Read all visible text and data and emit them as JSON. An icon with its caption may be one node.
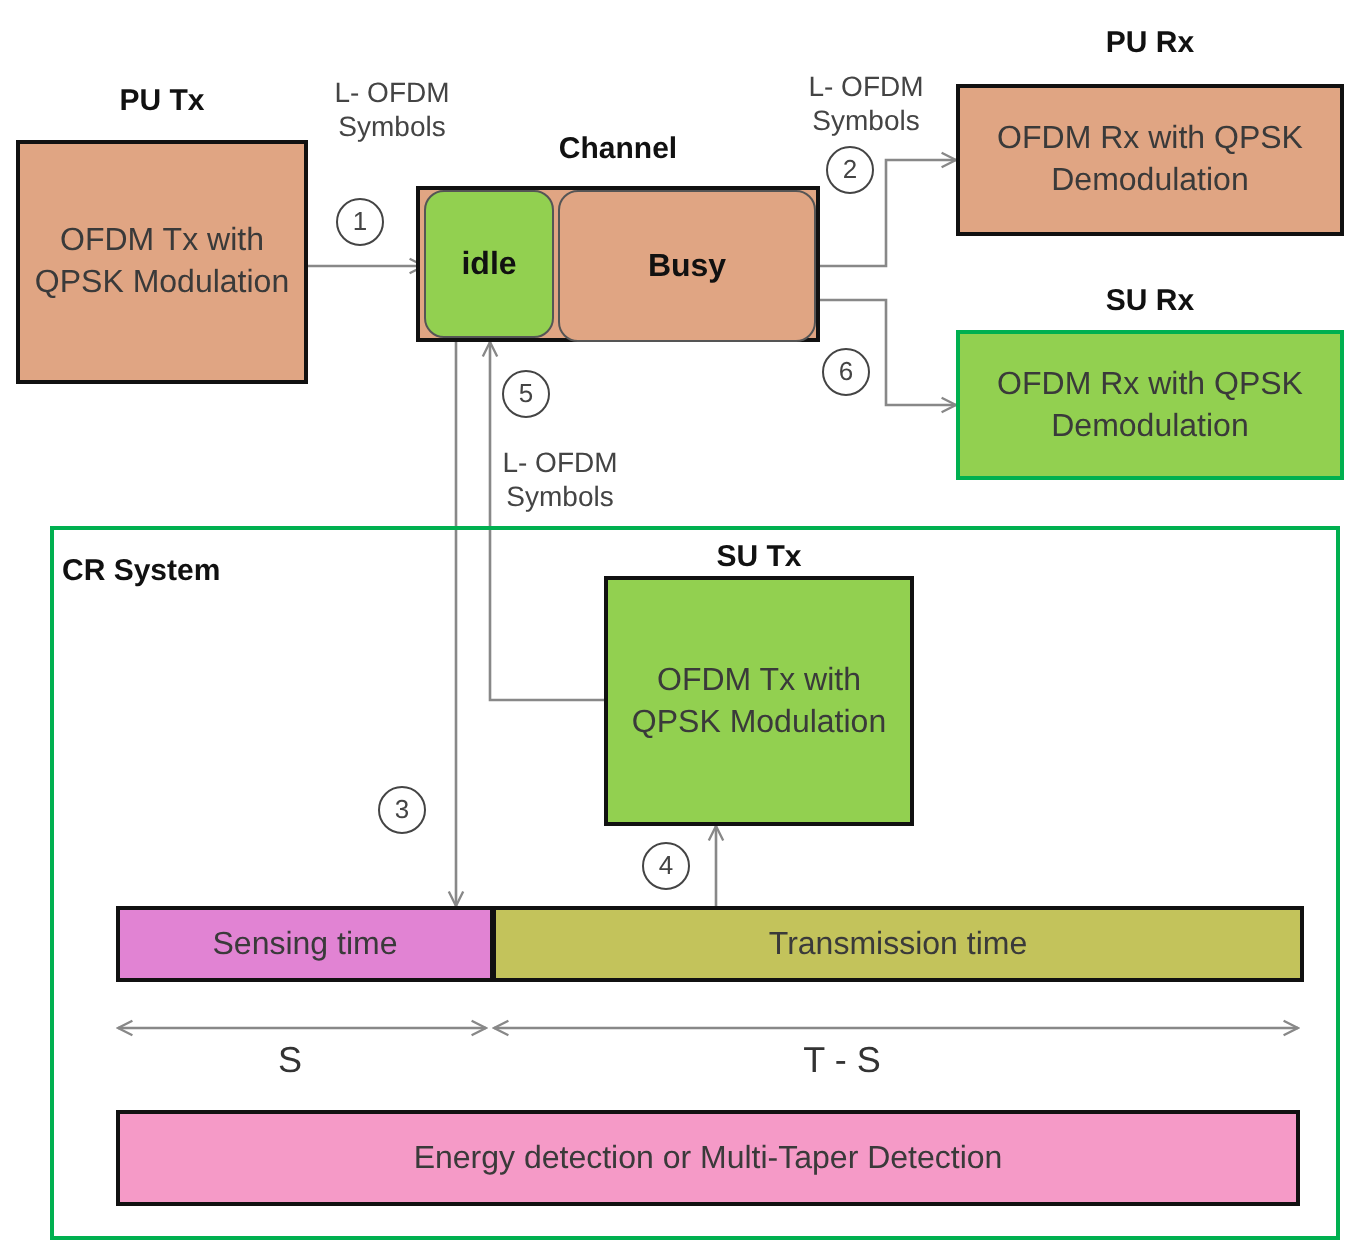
{
  "diagram": {
    "nodes": [
      {
        "text": [
          "PU Tx",
          "OFDM Tx with QPSK Modulation"
        ]
      },
      {
        "text": [
          "Channel"
        ]
      },
      {
        "text": [
          "idle"
        ],
        "in": 1
      },
      {
        "text": [
          "Busy"
        ],
        "in": 1
      },
      {
        "text": [
          "PU Rx",
          "OFDM Rx with QPSK Demodulation"
        ]
      },
      {
        "text": [
          "SU Rx",
          "OFDM Rx with QPSK Demodulation"
        ]
      },
      {
        "text": [
          "CR System"
        ]
      },
      {
        "text": [
          "SU Tx",
          "OFDM Tx with QPSK Modulation"
        ],
        "in": 6
      },
      {
        "text": [
          "Sensing time"
        ],
        "in": 6
      },
      {
        "text": [
          "Transmission time"
        ],
        "in": 6
      },
      {
        "text": [
          "Energy detection or Multi-Taper Detection"
        ],
        "in": 6
      }
    ],
    "edges": [
      {
        "from": 0,
        "to": 2,
        "arrow": "to"
      },
      {
        "from": 3,
        "to": 4,
        "arrow": "to"
      },
      {
        "from": 3,
        "to": 5,
        "arrow": "to"
      },
      {
        "from": 2,
        "to": 8,
        "arrow": "to"
      },
      {
        "from": 7,
        "to": 2,
        "arrow": "to"
      },
      {
        "from": 9,
        "to": 7,
        "arrow": "to"
      }
    ],
    "labels": [
      "L- OFDM Symbols",
      "1",
      "L- OFDM Symbols",
      "2",
      "6",
      "5",
      "L- OFDM Symbols",
      "3",
      "4",
      "S",
      "T - S"
    ]
  }
}
